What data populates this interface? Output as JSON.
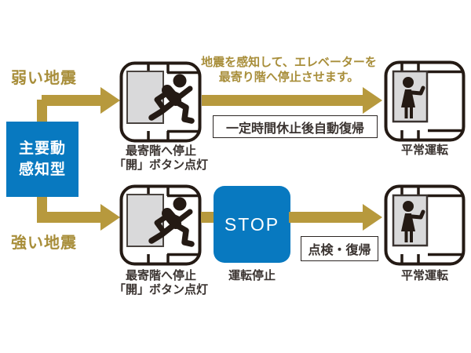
{
  "colors": {
    "arrow_gold": "#b7993d",
    "label_gold": "#a88e3a",
    "accent_blue": "#0879c0",
    "pictogram_ink": "#241a14",
    "caption_text": "#3a3330",
    "door_gray": "#d9d9da"
  },
  "source_box": {
    "line1": "主要動",
    "line2": "感知型"
  },
  "weak": {
    "label": "弱い地震",
    "note1": "地震を感知して、エレベーターを",
    "note2": "最寄り階へ停止させます。",
    "nearest_line1": "最寄階へ停止",
    "nearest_line2": "「開」ボタン点灯",
    "recovery": "一定時間休止後自動復帰",
    "result": "平常運転"
  },
  "strong": {
    "label": "強い地震",
    "nearest_line1": "最寄階へ停止",
    "nearest_line2": "「開」ボタン点灯",
    "stop": "STOP",
    "stop_caption": "運転停止",
    "recovery": "点検・復帰",
    "result": "平常運転"
  },
  "icons": {
    "elevator_running": "person running out of elevator with open door",
    "elevator_standing": "person standing inside elevator cab"
  }
}
